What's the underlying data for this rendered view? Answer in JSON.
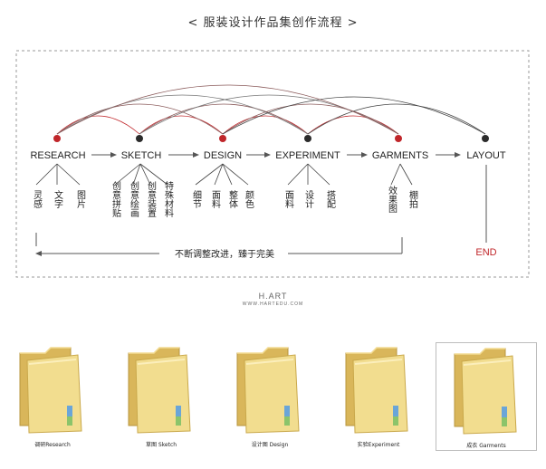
{
  "title": "< 服装设计作品集创作流程 >",
  "stages": [
    {
      "label": "RESEARCH",
      "dot_color": "#c0262a"
    },
    {
      "label": "SKETCH",
      "dot_color": "#2b2b2b"
    },
    {
      "label": "DESIGN",
      "dot_color": "#c0262a"
    },
    {
      "label": "EXPERIMENT",
      "dot_color": "#2b2b2b"
    },
    {
      "label": "GARMENTS",
      "dot_color": "#c0262a"
    },
    {
      "label": "LAYOUT",
      "dot_color": "#2b2b2b"
    }
  ],
  "substeps": {
    "research": [
      "灵感",
      "文字",
      "图片"
    ],
    "sketch": [
      "创意拼贴",
      "创意绘画",
      "创意装置",
      "特殊材料"
    ],
    "design": [
      "细节",
      "面料",
      "整体",
      "颜色"
    ],
    "experiment": [
      "面料",
      "设计",
      "搭配"
    ],
    "garments": [
      "效果图",
      "棚拍"
    ]
  },
  "loop_label": "不断调整改进，臻于完美",
  "end_label": "END",
  "colors": {
    "accent_red": "#c0262a",
    "dark": "#2b2b2b",
    "frame": "#9a9a9a"
  },
  "brand": {
    "name": "H.ART",
    "url": "WWW.HARTEDU.COM"
  },
  "folders": [
    {
      "label": "调研Research",
      "icon": "folder-icon"
    },
    {
      "label": "草图 Sketch",
      "icon": "folder-icon"
    },
    {
      "label": "设计图 Design",
      "icon": "folder-icon"
    },
    {
      "label": "实验Experiment",
      "icon": "folder-icon"
    },
    {
      "label": "成衣 Garments",
      "icon": "folder-icon",
      "selected": true
    }
  ]
}
